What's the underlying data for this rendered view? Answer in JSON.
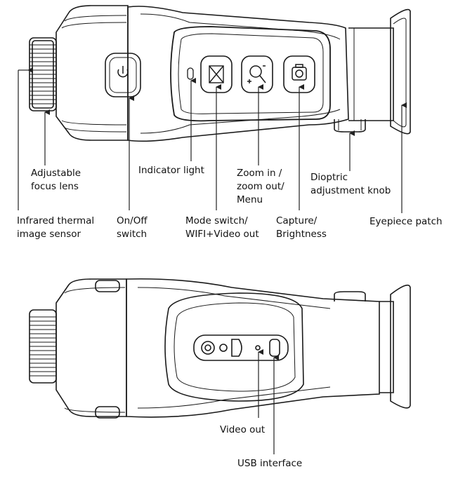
{
  "top_view": {
    "labels": {
      "focus_lens": "Adjustable\nfocus lens",
      "indicator_light": "Indicator light",
      "zoom": "Zoom in /\nzoom out/\nMenu",
      "dioptric_knob": "Dioptric\nadjustment knob",
      "thermal_sensor": "Infrared thermal\nimage sensor",
      "onoff_switch": "On/Off\nswitch",
      "mode_switch": "Mode switch/\nWIFI+Video out",
      "capture": "Capture/\nBrightness",
      "eyepiece": "Eyepiece patch"
    }
  },
  "bottom_view": {
    "labels": {
      "video_out": "Video out",
      "usb_interface": "USB interface"
    }
  },
  "icons": [
    "power-icon",
    "mode-icon",
    "zoom-icon",
    "camera-icon"
  ]
}
